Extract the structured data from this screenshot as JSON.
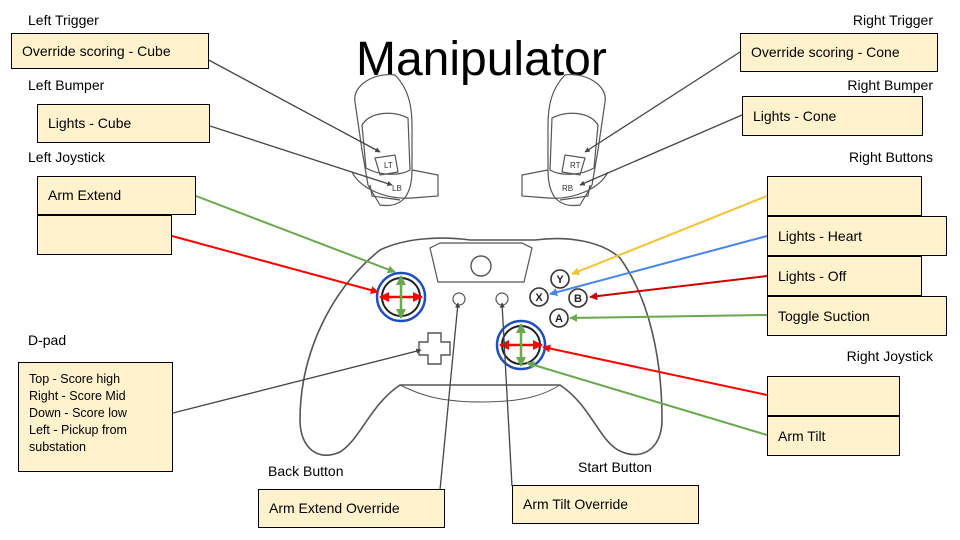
{
  "title": "Manipulator",
  "sections": {
    "left_trigger": "Left Trigger",
    "left_bumper": "Left Bumper",
    "left_joystick": "Left Joystick",
    "dpad": "D-pad",
    "right_trigger": "Right Trigger",
    "right_bumper": "Right Bumper",
    "right_buttons": "Right Buttons",
    "right_joystick": "Right Joystick",
    "back_button": "Back Button",
    "start_button": "Start Button"
  },
  "boxes": {
    "left_trigger": "Override scoring - Cube",
    "left_bumper": "Lights - Cube",
    "left_joystick_1": "Arm Extend",
    "left_joystick_2": "",
    "dpad_lines": [
      "Top - Score high",
      "Right - Score Mid",
      "Down - Score low",
      "Left - Pickup from",
      "substation"
    ],
    "right_trigger": "Override scoring - Cone",
    "right_bumper": "Lights - Cone",
    "button_y": "",
    "button_x": "Lights - Heart",
    "button_b": "Lights - Off",
    "button_a": "Toggle Suction",
    "right_joystick_1": "",
    "right_joystick_2": "Arm Tilt",
    "back_button": "Arm Extend Override",
    "start_button": "Arm Tilt Override"
  },
  "controller_labels": {
    "lt": "LT",
    "lb": "LB",
    "rt": "RT",
    "rb": "RB",
    "y": "Y",
    "x": "X",
    "b": "B",
    "a": "A"
  },
  "colors": {
    "box_fill": "#fff2cc",
    "green": "#6aa84f",
    "red": "#ff0000",
    "yellow": "#f1c232",
    "blue": "#4a86e8",
    "dark_red": "#cc0000",
    "stick_ring": "#1f4fbf"
  }
}
